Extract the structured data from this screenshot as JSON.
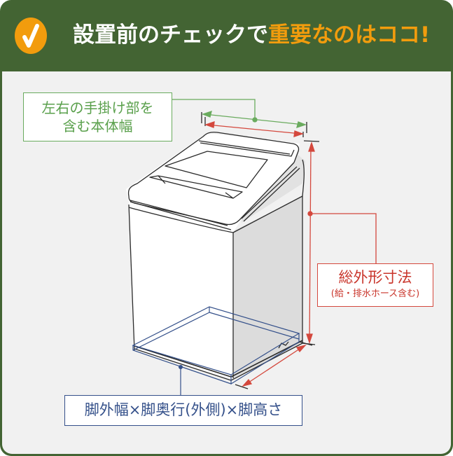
{
  "header": {
    "check_icon": "checkmark-icon",
    "title_white": "設置前のチェックで",
    "title_orange": "重要なのはココ!",
    "colors": {
      "background": "#436433",
      "accent": "#f29c0d",
      "text": "#ffffff"
    }
  },
  "diagram": {
    "subject": "top-loading washing machine",
    "labels": {
      "width": {
        "line1": "左右の手掛け部を",
        "line2": "含む本体幅",
        "color": "#5aa04c"
      },
      "overall": {
        "main": "総外形寸法",
        "sub": "(給・排水ホース含む)",
        "color": "#c9352b"
      },
      "legs": {
        "text": "脚外幅×脚奥行(外側)×脚高さ",
        "color": "#34508a"
      }
    },
    "panel_color": "#f1f1f1"
  }
}
